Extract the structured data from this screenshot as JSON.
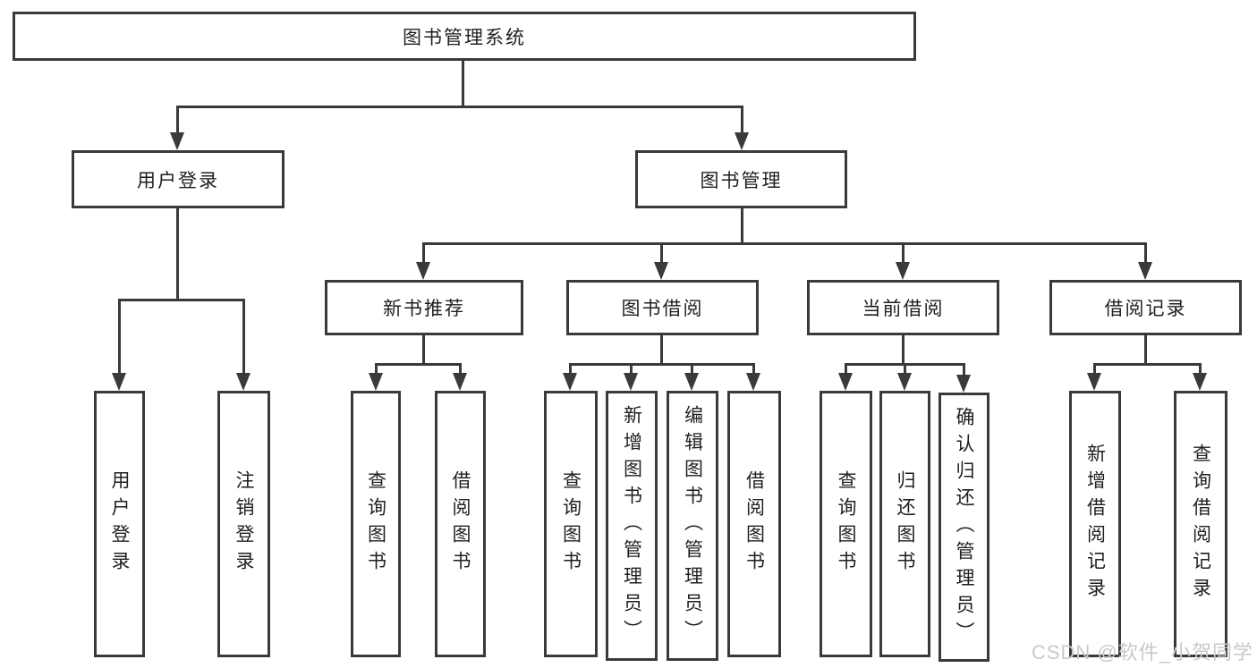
{
  "diagram": {
    "root": {
      "label": "图书管理系统"
    },
    "branches": [
      {
        "label": "用户登录",
        "children": [
          {
            "label": "用户登录"
          },
          {
            "label": "注销登录"
          }
        ]
      },
      {
        "label": "图书管理",
        "children": [
          {
            "label": "新书推荐",
            "children": [
              {
                "label": "查询图书"
              },
              {
                "label": "借阅图书"
              }
            ]
          },
          {
            "label": "图书借阅",
            "children": [
              {
                "label": "查询图书"
              },
              {
                "label": "新增图书（管理员）"
              },
              {
                "label": "编辑图书（管理员）"
              },
              {
                "label": "借阅图书"
              }
            ]
          },
          {
            "label": "当前借阅",
            "children": [
              {
                "label": "查询图书"
              },
              {
                "label": "归还图书"
              },
              {
                "label": "确认归还（管理员）"
              }
            ]
          },
          {
            "label": "借阅记录",
            "children": [
              {
                "label": "新增借阅记录"
              },
              {
                "label": "查询借阅记录"
              }
            ]
          }
        ]
      }
    ]
  },
  "watermark": {
    "text": "CSDN @软件_小贺同学"
  },
  "colors": {
    "line": "#3a3a3a",
    "text": "#1f1f1f",
    "bg": "#ffffff",
    "watermark": "#c9c9c9"
  }
}
